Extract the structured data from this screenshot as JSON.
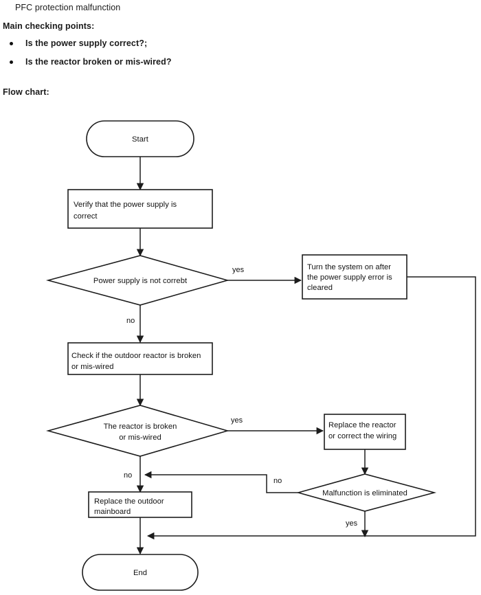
{
  "header": {
    "title": "PFC protection malfunction",
    "checking_points_label": "Main checking points:",
    "checking_points": [
      "Is the power supply correct?;",
      "Is the reactor broken or mis-wired?"
    ],
    "flow_chart_label": "Flow chart:"
  },
  "chart_data": {
    "type": "diagram",
    "title": "PFC protection malfunction",
    "nodes": [
      {
        "id": "start",
        "shape": "terminator",
        "label": "Start"
      },
      {
        "id": "verify",
        "shape": "process",
        "label_line1": "Verify that the power supply is",
        "label_line2": "correct"
      },
      {
        "id": "dec_power",
        "shape": "decision",
        "label": "Power supply is not correbt"
      },
      {
        "id": "turn_on",
        "shape": "process",
        "label_line1": "Turn the system on after",
        "label_line2": "the power supply error is",
        "label_line3": "cleared"
      },
      {
        "id": "check_react",
        "shape": "process",
        "label_line1": "Check if the outdoor reactor is broken",
        "label_line2": "or mis-wired"
      },
      {
        "id": "dec_reactor",
        "shape": "decision",
        "label_line1": "The reactor is broken",
        "label_line2": "or mis-wired"
      },
      {
        "id": "replace_react",
        "shape": "process",
        "label_line1": "Replace the reactor",
        "label_line2": "or correct the wiring"
      },
      {
        "id": "dec_malf",
        "shape": "decision",
        "label": "Malfunction is eliminated"
      },
      {
        "id": "replace_main",
        "shape": "process",
        "label_line1": "Replace the outdoor",
        "label_line2": "mainboard"
      },
      {
        "id": "end",
        "shape": "terminator",
        "label": "End"
      }
    ],
    "edges": [
      {
        "from": "start",
        "to": "verify",
        "label": ""
      },
      {
        "from": "verify",
        "to": "dec_power",
        "label": ""
      },
      {
        "from": "dec_power",
        "to": "turn_on",
        "label": "yes"
      },
      {
        "from": "dec_power",
        "to": "check_react",
        "label": "no"
      },
      {
        "from": "turn_on",
        "to": "end",
        "label": ""
      },
      {
        "from": "check_react",
        "to": "dec_reactor",
        "label": ""
      },
      {
        "from": "dec_reactor",
        "to": "replace_react",
        "label": "yes"
      },
      {
        "from": "dec_reactor",
        "to": "replace_main",
        "label": "no"
      },
      {
        "from": "replace_react",
        "to": "dec_malf",
        "label": ""
      },
      {
        "from": "dec_malf",
        "to": "replace_main",
        "label": "no"
      },
      {
        "from": "dec_malf",
        "to": "end",
        "label": "yes"
      },
      {
        "from": "replace_main",
        "to": "end",
        "label": ""
      }
    ],
    "edge_labels": {
      "power_yes": "yes",
      "power_no": "no",
      "reactor_yes": "yes",
      "reactor_no": "no",
      "malf_no": "no",
      "malf_yes": "yes"
    },
    "colors": {
      "stroke": "#1c1c1c",
      "fill": "#ffffff",
      "text": "#111111",
      "background": "#ffffff"
    }
  }
}
